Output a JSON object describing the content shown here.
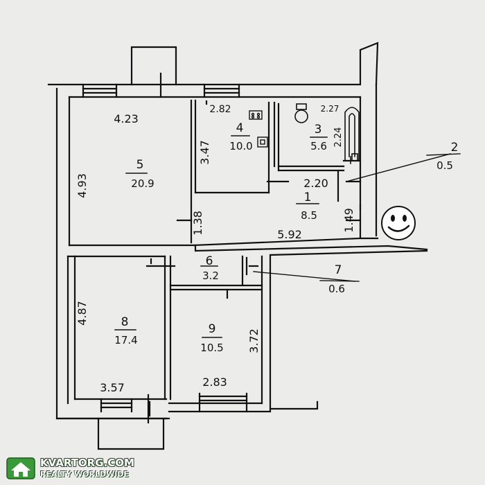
{
  "colors": {
    "paper": "#ececea",
    "ink": "#111111",
    "smiley_face": "#ffffff",
    "watermark_green": "#3a9a3a"
  },
  "rooms": [
    {
      "number": "1",
      "area": "8.5"
    },
    {
      "number": "2",
      "area": "0.5"
    },
    {
      "number": "3",
      "area": "5.6"
    },
    {
      "number": "4",
      "area": "10.0"
    },
    {
      "number": "5",
      "area": "20.9"
    },
    {
      "number": "6",
      "area": "3.2"
    },
    {
      "number": "7",
      "area": "0.6"
    },
    {
      "number": "8",
      "area": "17.4"
    },
    {
      "number": "9",
      "area": "10.5"
    }
  ],
  "dimensions": {
    "d_423": "4.23",
    "d_493": "4.93",
    "d_282": "2.82",
    "d_347": "3.47",
    "d_227": "2.27",
    "d_224": "2.24",
    "d_220": "2.20",
    "d_138": "1.38",
    "d_592": "5.92",
    "d_149": "1.49",
    "d_487": "4.87",
    "d_357": "3.57",
    "d_283": "2.83",
    "d_372": "3.72"
  },
  "fixtures": {
    "stove_label": "4-burner stove symbol",
    "kitchen_sink_icon": "sink-icon",
    "toilet_icon": "toilet-icon",
    "bathtub_icon": "bathtub-icon",
    "smiley_icon": "smiley-icon"
  },
  "watermark": {
    "name": "KVARTORG.COM",
    "tagline": "REALTY WORLDWIDE"
  }
}
